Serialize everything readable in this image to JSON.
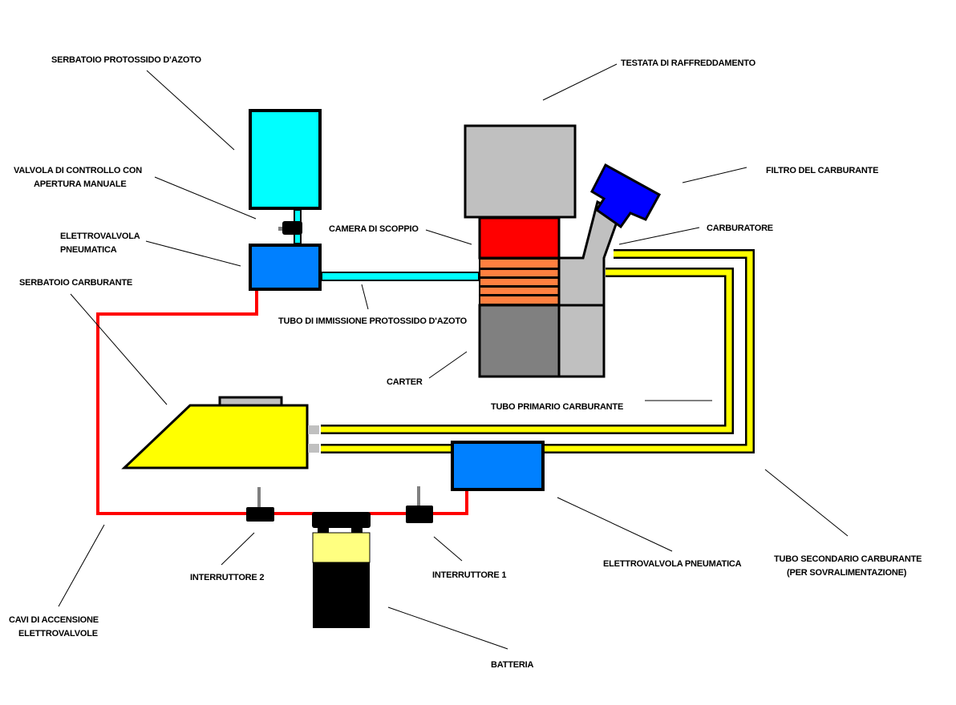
{
  "title": "Schema impianto protossido d'azoto",
  "colors": {
    "nitrous_tank": "#00ffff",
    "nitrous_pipe": "#00ffff",
    "solenoid_valve": "#0080ff",
    "fuel_filter": "#0000ff",
    "combustion_chamber": "#ff0000",
    "piston_rings": "#ff8040",
    "cylinder_head": "#c0c0c0",
    "crankcase": "#808080",
    "carburetor": "#c0c0c0",
    "fuel_tank": "#ffff00",
    "fuel_pipes": "#ffff00",
    "ignition_wires": "#ff0000",
    "battery_top": "#ffff80",
    "battery_body": "#000000",
    "switch_lever": "#808080",
    "outline": "#000000",
    "background": "#ffffff"
  },
  "labels": {
    "nitrous_tank": "SERBATOIO PROTOSSIDO D'AZOTO",
    "control_valve_line1": "VALVOLA DI CONTROLLO CON",
    "control_valve_line2": "APERTURA MANUALE",
    "solenoid_valve_top_line1": "ELETTROVALVOLA",
    "solenoid_valve_top_line2": "PNEUMATICA",
    "fuel_tank": "SERBATOIO CARBURANTE",
    "cylinder_head": "TESTATA DI RAFFREDDAMENTO",
    "fuel_filter": "FILTRO DEL CARBURANTE",
    "combustion_chamber": "CAMERA DI SCOPPIO",
    "carburetor": "CARBURATORE",
    "nitrous_intake_pipe": "TUBO DI IMMISSIONE PROTOSSIDO D'AZOTO",
    "crankcase": "CARTER",
    "primary_fuel_pipe": "TUBO PRIMARIO CARBURANTE",
    "ignition_wires_line1": "CAVI DI ACCENSIONE",
    "ignition_wires_line2": "ELETTROVALVOLE",
    "switch_2": "INTERRUTTORE 2",
    "switch_1": "INTERRUTTORE 1",
    "solenoid_valve_bottom": "ELETTROVALVOLA PNEUMATICA",
    "secondary_fuel_pipe_line1": "TUBO SECONDARIO CARBURANTE",
    "secondary_fuel_pipe_line2": "(PER SOVRALIMENTAZIONE)",
    "battery": "BATTERIA"
  }
}
